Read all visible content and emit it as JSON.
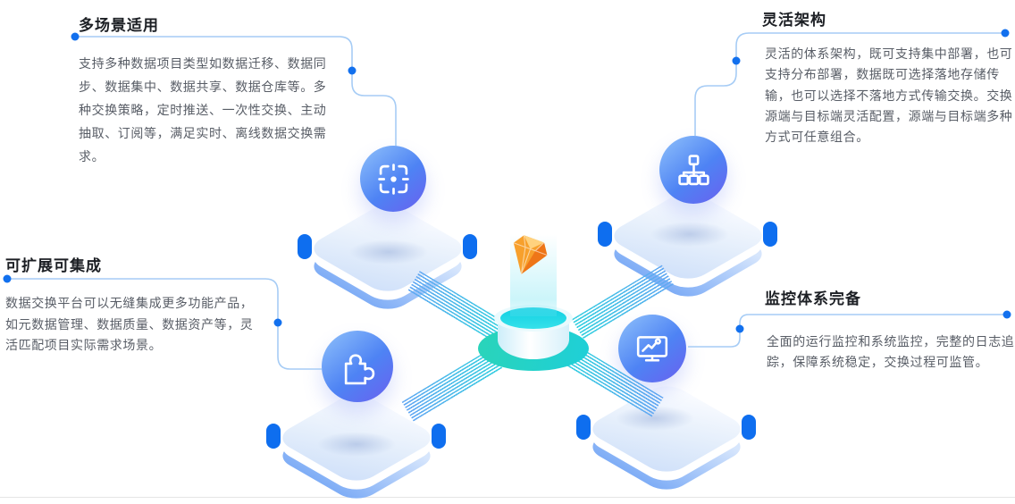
{
  "sections": {
    "top_left": {
      "title": "多场景适用",
      "lines": {
        "0": "支持多种数据项目类型如数据迁移、数据同",
        "1": "步、数据集中、数据共享、数据仓库等。多",
        "2": "种交换策略，定时推送、一次性交换、主动",
        "3": "抽取、订阅等，满足实时、离线数据交换需",
        "4": "求。"
      }
    },
    "top_right": {
      "title": "灵活架构",
      "lines": {
        "0": "灵活的体系架构，既可支持集中部署，也可",
        "1": "支持分布部署，数据既可选择落地存储传",
        "2": "输，也可以选择不落地方式传输交换。交换",
        "3": "源端与目标端灵活配置，源端与目标端多种",
        "4": "方式可任意组合。"
      }
    },
    "left": {
      "title": "可扩展可集成",
      "lines": {
        "0": "数据交换平台可以无缝集成更多功能产品，",
        "1": "如元数据管理、数据质量、数据资产等，灵",
        "2": "活匹配项目实际需求场景。"
      }
    },
    "bottom_right": {
      "title": "监控体系完备",
      "lines": {
        "0": "全面的运行监控和系统监控，完整的日志追",
        "1": "踪，保障系统稳定，交换过程可监管。"
      }
    }
  },
  "illustration": {
    "icons": {
      "top": "focus-icon",
      "right": "hierarchy-icon",
      "bottom_left": "puzzle-icon",
      "bottom_right": "monitor-chart-icon",
      "center": "gem-icon"
    },
    "colors": {
      "dot_blue": "#1270ee",
      "line_blue": "#a6ccf5",
      "circle_gradient_from": "#8abcfa",
      "circle_gradient_to": "#6a60ef",
      "platform_edge_blue": "#7fadf6",
      "foot_blue": "#0e6eef",
      "hub_teal": "#2ad4b9",
      "hub_cyan": "#10cfe2",
      "gem_orange": "#f7a02c",
      "title_text": "#1c1f24",
      "body_text": "#585d66"
    }
  }
}
